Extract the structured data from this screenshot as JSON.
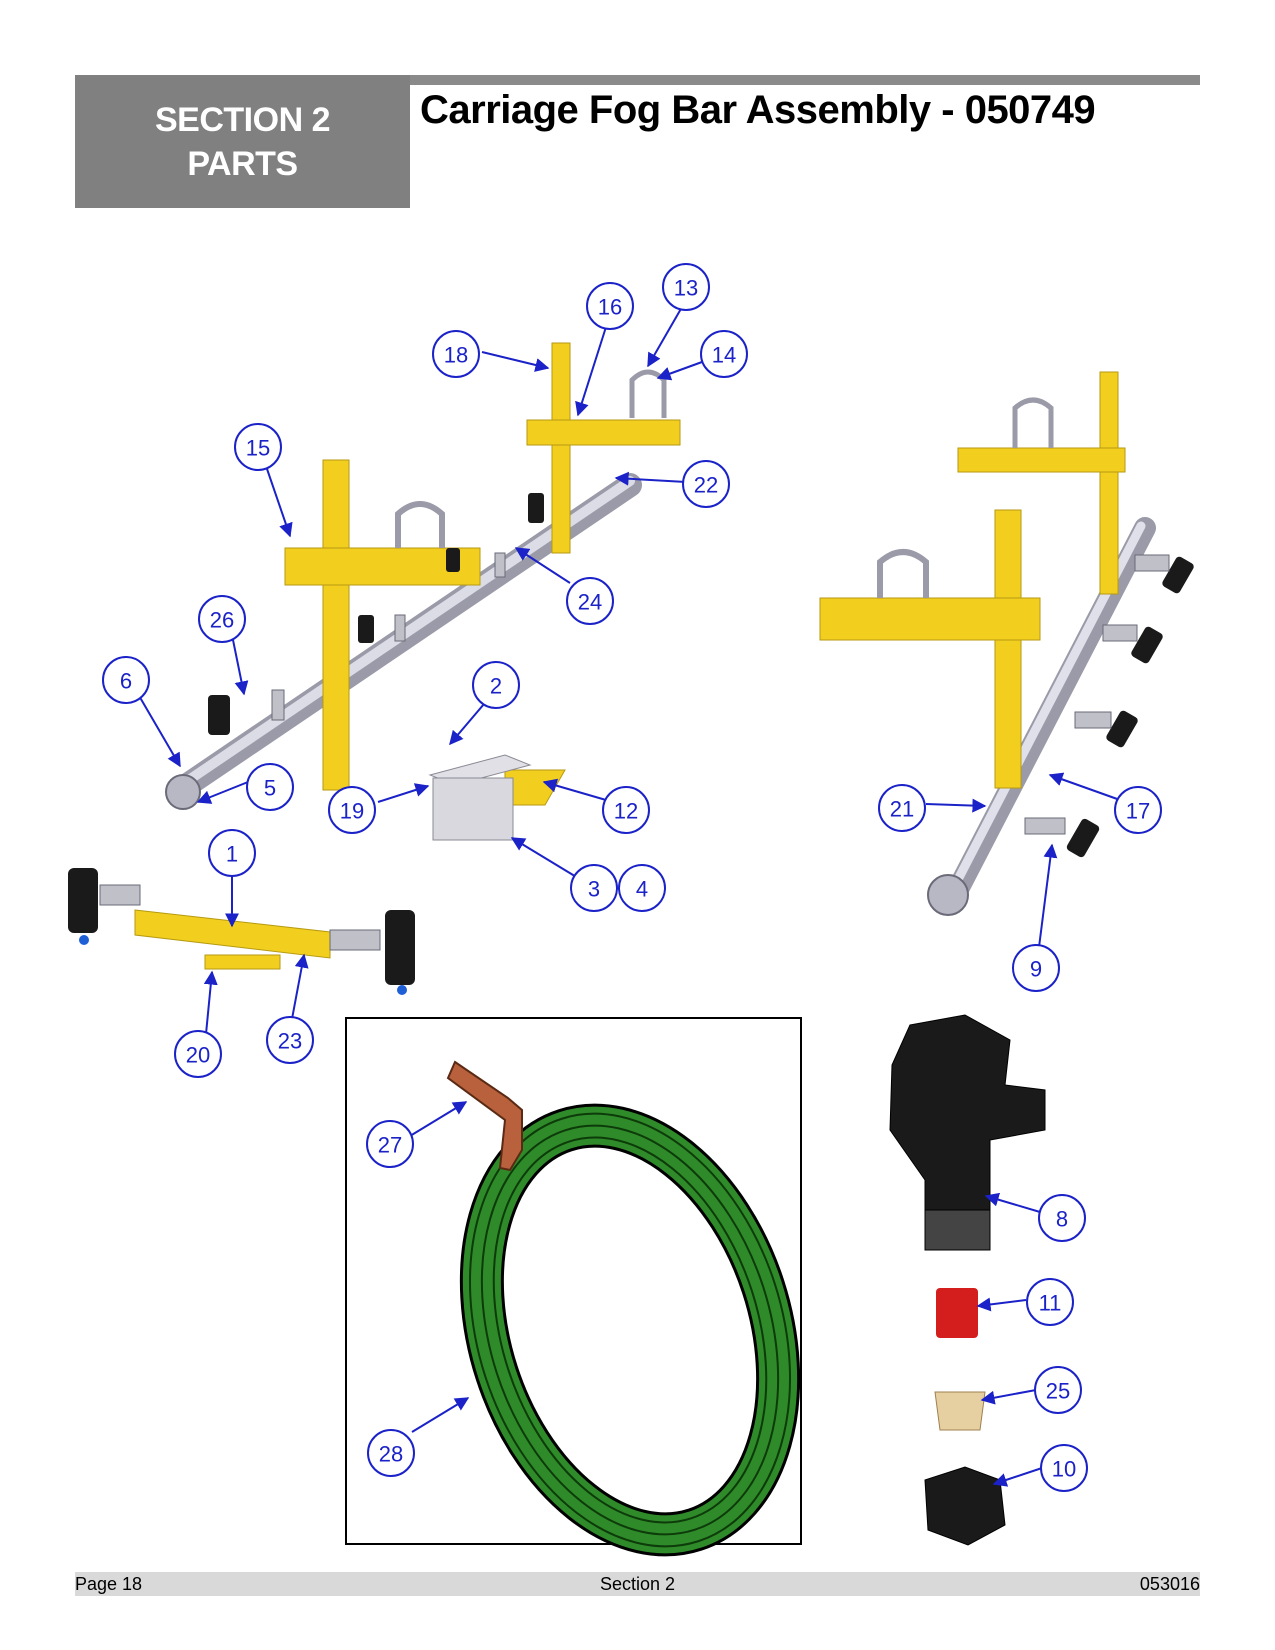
{
  "header": {
    "section_line1": "SECTION 2",
    "section_line2": "PARTS",
    "title": "Carriage Fog Bar Assembly - 050749"
  },
  "callouts": [
    "1",
    "2",
    "3",
    "4",
    "5",
    "6",
    "8",
    "9",
    "10",
    "11",
    "12",
    "13",
    "14",
    "15",
    "16",
    "17",
    "18",
    "19",
    "20",
    "21",
    "22",
    "23",
    "24",
    "25",
    "26",
    "27",
    "28"
  ],
  "colors": {
    "callout_blue": "#1a22c8",
    "bracket_yellow": "#f2cf1f",
    "pipe_gray": "#c8c8d2",
    "hose_green": "#2f8a2a",
    "nozzle_black": "#1a1a1a",
    "strainer_red": "#d41d1d",
    "tip_tan": "#e6cfa0",
    "fitting_copper": "#b8613c",
    "section_gray": "#808080"
  },
  "footer": {
    "page": "Page 18",
    "section": "Section 2",
    "code": "053016"
  }
}
